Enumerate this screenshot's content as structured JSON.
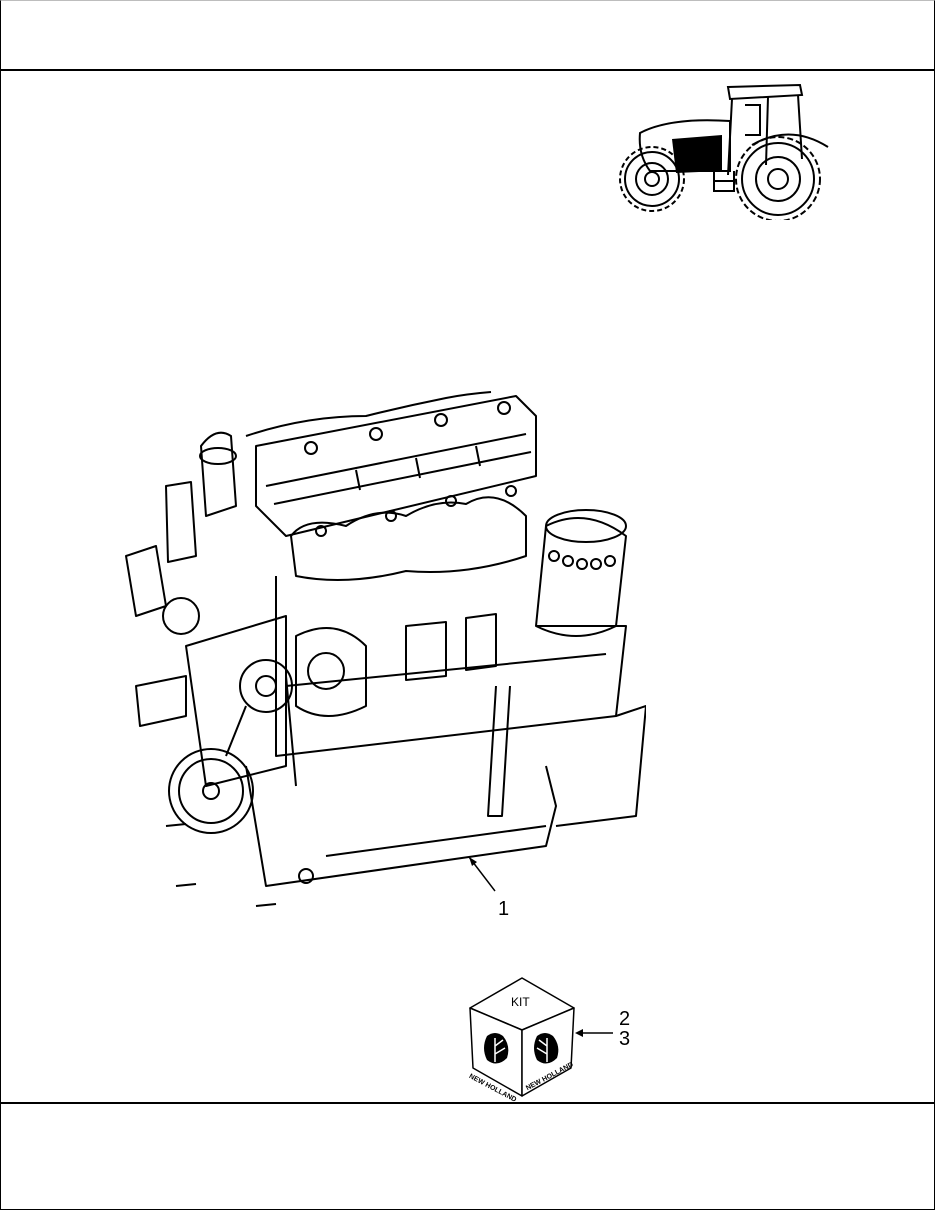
{
  "header": {
    "text": ""
  },
  "thumbnail": {
    "icon": "tractor-icon",
    "description": "Tractor side view thumbnail"
  },
  "illustration": {
    "subject": "engine-assembly",
    "callouts": [
      {
        "id": "callout-1",
        "label": "1",
        "target": "engine oil pan"
      },
      {
        "id": "callout-2",
        "label": "2",
        "target": "kit box"
      },
      {
        "id": "callout-3",
        "label": "3",
        "target": "kit box"
      }
    ]
  },
  "kit_box": {
    "top_label": "KIT",
    "side_label_left": "NEW HOLLAND",
    "side_label_right": "NEW HOLLAND"
  },
  "footer": {
    "text": ""
  }
}
